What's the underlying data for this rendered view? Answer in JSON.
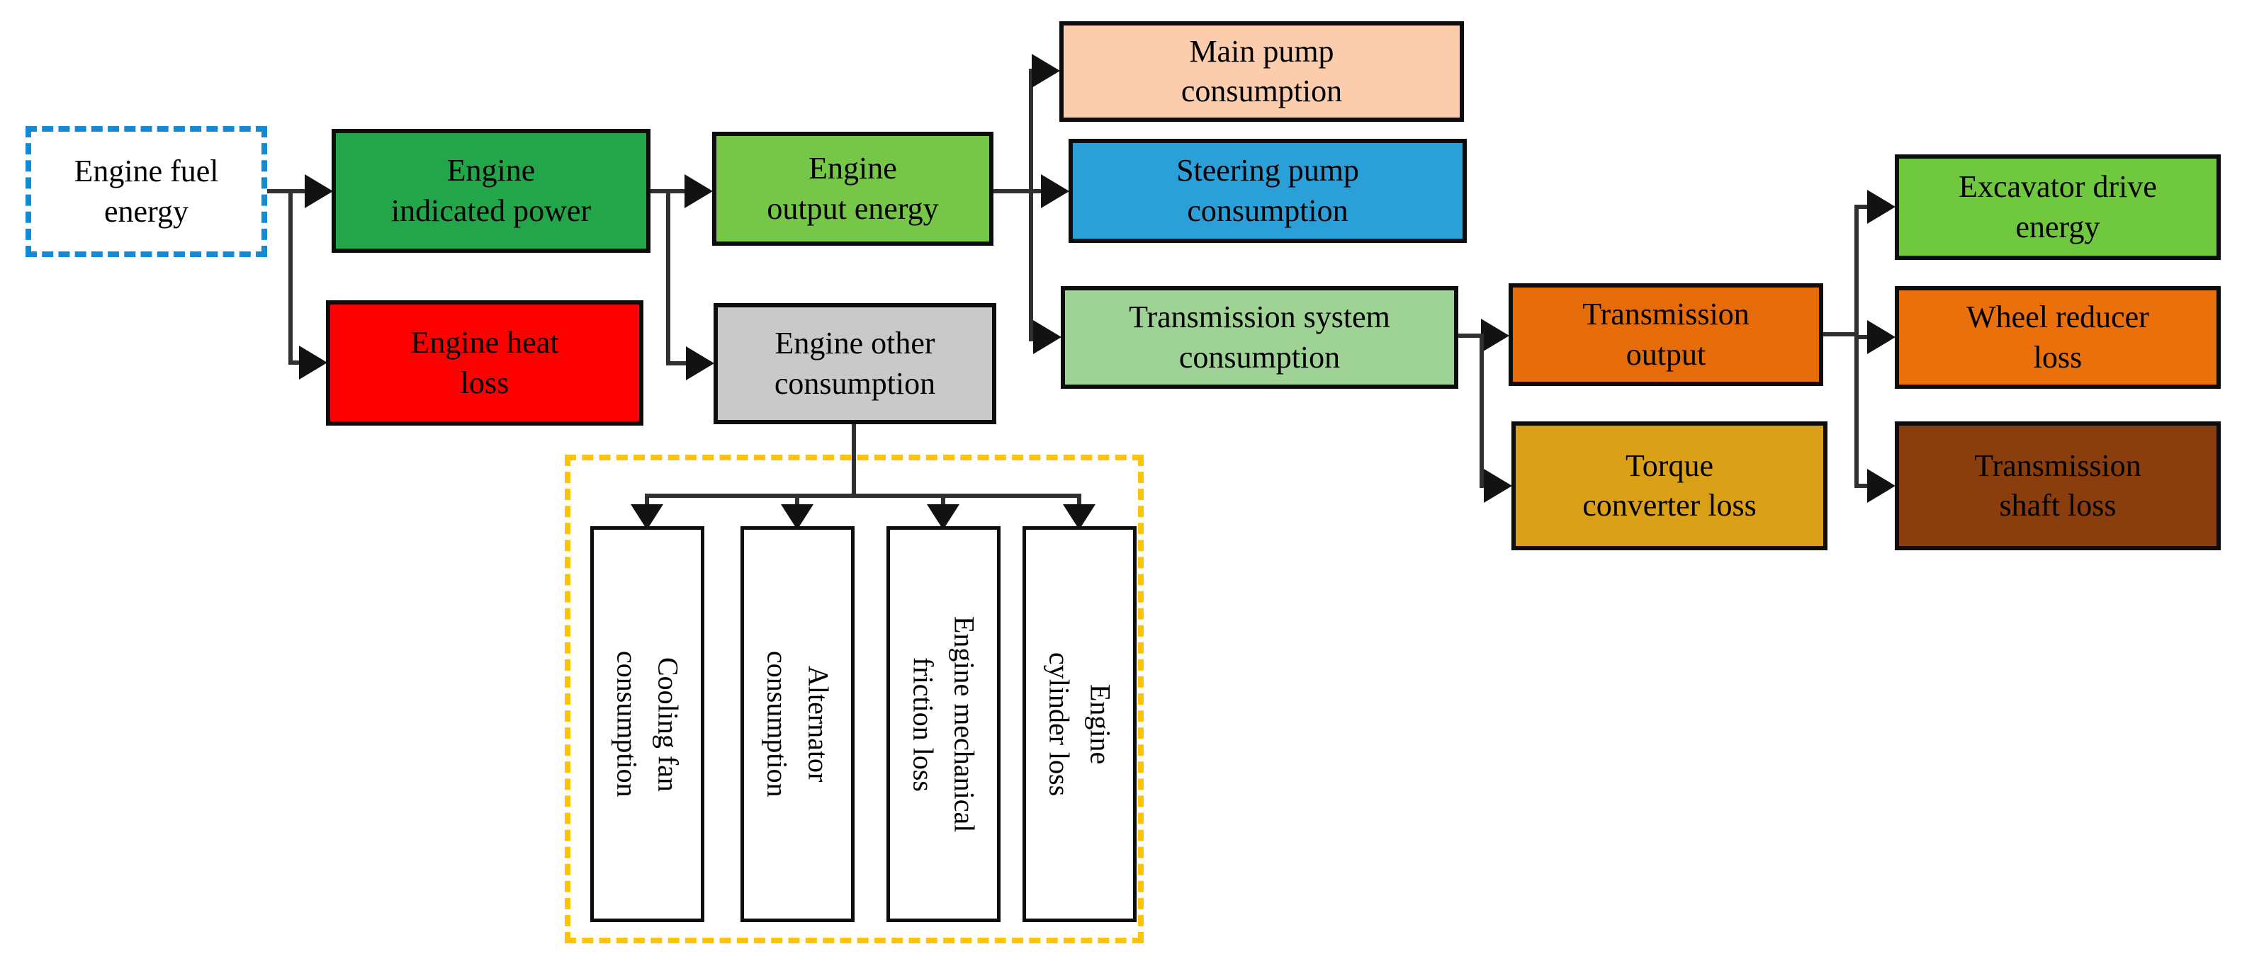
{
  "diagram": {
    "description": "Engine energy flow block diagram",
    "connector_color": "#303030",
    "background": "#ffffff"
  },
  "nodes": {
    "engine_fuel_energy": {
      "label": "Engine fuel\nenergy",
      "fill": "#ffffff",
      "border": "#1689d3",
      "border_style": "dashed"
    },
    "engine_indicated_power": {
      "label": "Engine\nindicated power",
      "fill": "#23a64a"
    },
    "engine_heat_loss": {
      "label": "Engine heat\nloss",
      "fill": "#fe0000"
    },
    "engine_output_energy": {
      "label": "Engine\noutput energy",
      "fill": "#76c647"
    },
    "engine_other_consumption": {
      "label": "Engine other\nconsumption",
      "fill": "#c9c9c9"
    },
    "main_pump_consumption": {
      "label": "Main pump\nconsumption",
      "fill": "#fbcdac"
    },
    "steering_pump_consumption": {
      "label": "Steering pump\nconsumption",
      "fill": "#2b9fd8"
    },
    "transmission_system_consumption": {
      "label": "Transmission system\nconsumption",
      "fill": "#9fd295"
    },
    "transmission_output": {
      "label": "Transmission\noutput",
      "fill": "#e56c08"
    },
    "torque_converter_loss": {
      "label": "Torque\nconverter loss",
      "fill": "#d9a018"
    },
    "excavator_drive_energy": {
      "label": "Excavator drive\nenergy",
      "fill": "#70c83e"
    },
    "wheel_reducer_loss": {
      "label": "Wheel reducer\nloss",
      "fill": "#e9700a"
    },
    "transmission_shaft_loss": {
      "label": "Transmission\nshaft loss",
      "fill": "#8a3e0d"
    },
    "cooling_fan_consumption": {
      "label": "Cooling fan\nconsumption",
      "fill": "#ffffff"
    },
    "alternator_consumption": {
      "label": "Alternator\nconsumption",
      "fill": "#ffffff"
    },
    "engine_mechanical_friction_loss": {
      "label": "Engine mechanical\nfriction loss",
      "fill": "#ffffff"
    },
    "engine_cylinder_loss": {
      "label": "Engine\ncylinder loss",
      "fill": "#ffffff"
    }
  },
  "groups": {
    "engine_other_detail": {
      "border": "#fdc30a",
      "border_style": "dashed"
    }
  }
}
